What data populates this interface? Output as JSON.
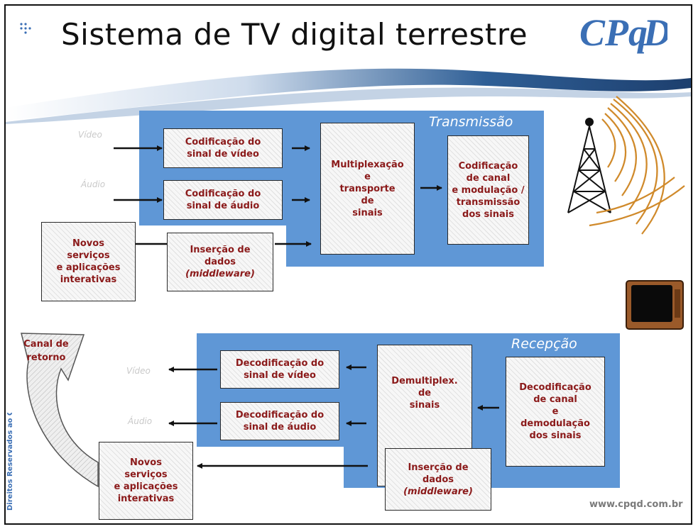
{
  "slide": {
    "title": "Sistema de TV digital terrestre",
    "url": "www.cpqd.com.br",
    "side_text": "Direitos Reservados ao CPqD",
    "logo_text": "CPqD"
  },
  "transmission": {
    "label": "Transmissão",
    "input_video": "Vídeo",
    "input_audio": "Áudio",
    "boxes": {
      "video_coding": [
        "Codificação do",
        "sinal de vídeo"
      ],
      "audio_coding": [
        "Codificação do",
        "sinal de áudio"
      ],
      "mux": [
        "Multiplexação",
        "e",
        "transporte",
        "de",
        "sinais"
      ],
      "channel_coding": [
        "Codificação",
        "de canal",
        "e modulação /",
        "transmissão",
        "dos sinais"
      ],
      "services": [
        "Novos",
        "serviços",
        "e aplicações",
        "interativas"
      ],
      "data_insert": [
        "Inserção de",
        "dados",
        "(middleware)"
      ]
    }
  },
  "reception": {
    "label": "Recepção",
    "output_video": "Vídeo",
    "output_audio": "Áudio",
    "return_channel": [
      "Canal de",
      "retorno"
    ],
    "boxes": {
      "video_decoding": [
        "Decodificação do",
        "sinal de vídeo"
      ],
      "audio_decoding": [
        "Decodificação do",
        "sinal de áudio"
      ],
      "demux": [
        "Demultiplex.",
        "de",
        "sinais"
      ],
      "channel_decoding": [
        "Decodificação",
        "de canal",
        "e",
        "demodulação",
        "dos sinais"
      ],
      "services": [
        "Novos",
        "serviços",
        "e aplicações",
        "interativas"
      ],
      "data_insert": [
        "Inserção de",
        "dados",
        "(middleware)"
      ]
    }
  },
  "colors": {
    "panel_blue": "#5f97d6",
    "box_text": "#8b1a1a",
    "logo_blue": "#3b6fb5"
  }
}
